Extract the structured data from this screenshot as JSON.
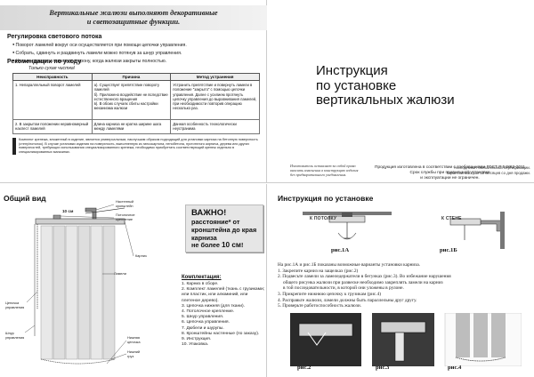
{
  "top_left": {
    "banner": [
      "Вертикальные жалюзи выполняют декоративные",
      "и светозащитные функции."
    ],
    "light": {
      "heading": "Регулировка светового потока",
      "items": [
        "Поворот ламелей вокруг оси осуществляется при помощи цепочки управления.",
        "Собрать, сдвинуть и раздвинуть ламели можно потянув за шнур управления.",
        "Нельзя сдвигать ламели в сторону, когда жалюзи закрыты полностью."
      ]
    },
    "care": {
      "heading": "Рекомендации по уходу",
      "subtitle": "Только сухая чистка!"
    },
    "table": {
      "headers": [
        "Неисправность",
        "Причина",
        "Метод устранения"
      ],
      "rows": [
        [
          "1. Непараллельный поворот ламелей",
          "а). Существует препятствие повороту ламелей\nб). Приложено воздействие не вследствие естественного вращения\nв). В обоих случаях сбиты настройки механизма жалюзи",
          "Устранить препятствие и повернуть ламели в положение \"закрыто\" с помощью цепочки управления. Далее с усилием протянуть цепочку управления до выравнивания ламелей, при необходимости повторив операцию несколько раз."
        ],
        [
          "2. В закрытом положении неравномерный нахлест ламелей",
          "Длина карниза не кратна ширине шага между ламелями",
          "Данная особенность технологически неустранима"
        ]
      ]
    },
    "note": "Комплект крепежа, вложенный в изделие, является универсальным, наилучшим образом подходящий для установки карниза на бетонную поверхность (стену/потолок). В случае установки изделия на поверхность, выполненную из гипсокартона, пенобетона, пустотелого кирпича, дерева или других поверхностей, требующих использования специализированного крепежа, необходимо приобретать соответствующий крепеж отдельно в специализированных магазинах.",
    "footer": [
      "Продукция изготовлена в соответствии с требованиями ГОСТ Р 54863-2011",
      "Срок службы при правильной установке",
      "и эксплуатации не ограничен."
    ]
  },
  "top_right": {
    "title": [
      "Инструкция",
      "по установке",
      "вертикальных жалюзи"
    ],
    "disclaimer": [
      "Изготовитель оставляет за собой право",
      "вносить изменения в конструкцию изделия",
      "без предварительного уведомления."
    ],
    "cert": [
      "Не подлежит обязательной сертификации.",
      "Гарантийный срок 12 месяцев со дня продажи."
    ]
  },
  "bottom_left": {
    "heading": "Общий вид",
    "dimension": "10 см",
    "callout": {
      "line1": "ВАЖНО!",
      "line2": "расстояние* от",
      "line3": "кронштейна до края",
      "line4": "карниза",
      "line5_pre": "не более ",
      "line5_val": "10 см",
      "line5_post": "!"
    },
    "labels": {
      "bracket_wall": [
        "Настенный",
        "кронштейн"
      ],
      "bracket_ceiling": [
        "Потолочное",
        "крепление"
      ],
      "rail": "Карниз",
      "slats": "Ламели",
      "chain": [
        "Цепочка",
        "управления"
      ],
      "cord": [
        "Шнур",
        "управления"
      ],
      "chain_bottom": [
        "Нижняя",
        "цепочка"
      ],
      "weight": [
        "Нижний",
        "груз"
      ]
    },
    "kit_heading": "Комплектация:",
    "kit": [
      "1. Карниз в сборе.",
      "2. Комплект ламелей (ткань с грузиками; или пластик, или алюминий, или плетеное дерево).",
      "3. Цепочка нижняя (для ткани).",
      "4. Потолочное крепление.",
      "5. Шнур управления.",
      "6. Цепочка управления.",
      "7. Дюбели и шурупы.",
      "8. Кронштейны настенные (по заказу).",
      "9. Инструкция.",
      "10. Упаковка."
    ]
  },
  "bottom_right": {
    "heading": "Инструкция по установке",
    "fig1a_label": "К ПОТОЛКУ",
    "fig1b_label": "К СТЕНЕ",
    "fig1a": "рис.1А",
    "fig1b": "рис.1Б",
    "steps": [
      "На рис.1А и рис.1Б показаны возможные варианты установки карниза.",
      "1. Закрепите карниз на защелках (рис.2)",
      "2. Подвесьте ламели за ламеледержатели в бегунках (рис.3). Во избежание нарушения",
      "общего рисунка жалюзи при развеске необходимо закреплять ламели на карниз",
      "в той последовательности, в которой они уложены в рулоне.",
      "3. Прикрепите нижнюю цепочку к грузикам (рис.4)",
      "4. Расправьте жалюзи, ламели должны быть параллельны друг другу.",
      "5. Проверьте работоспособность жалюзи."
    ],
    "fig2": "рис.2",
    "fig3": "рис.3",
    "fig4": "рис.4"
  }
}
